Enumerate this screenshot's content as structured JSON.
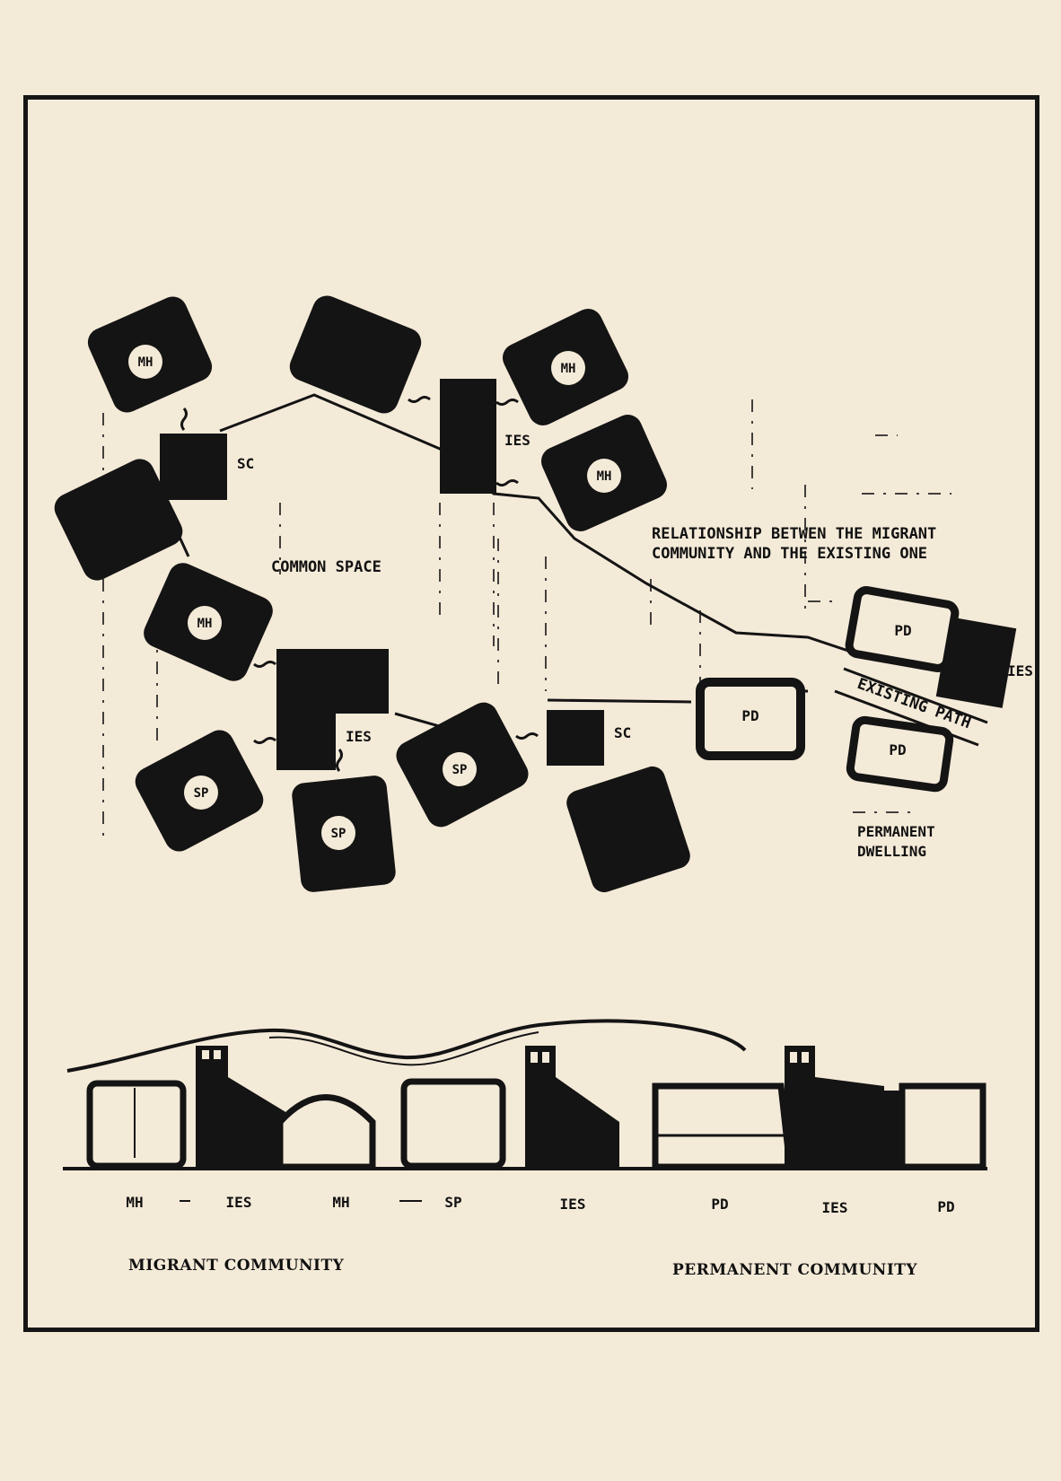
{
  "labels": {
    "relationship_line1": "RELATIONSHIP BETWEN THE MIGRANT",
    "relationship_line2": "COMMUNITY AND THE EXISTING ONE",
    "common_space": "COMMON SPACE",
    "existing_path": "EXISTING PATH",
    "permanent_dwelling_line1": "PERMANENT",
    "permanent_dwelling_line2": "DWELLING",
    "migrant_community": "MIGRANT COMMUNITY",
    "permanent_community": "PERMANENT COMMUNITY"
  },
  "plan_units": {
    "mh1": "MH",
    "mh2": "MH",
    "mh3": "MH",
    "mh4": "MH",
    "sp1": "SP",
    "sp2": "SP",
    "sp3": "SP",
    "sc1": "SC",
    "sc2": "SC",
    "ies1": "IES",
    "ies2": "IES",
    "ies3": "IES",
    "pd1": "PD",
    "pd2": "PD",
    "pd3": "PD"
  },
  "elevation_labels": [
    "MH",
    "IES",
    "MH",
    "SP",
    "IES",
    "PD",
    "IES",
    "PD"
  ],
  "colors": {
    "paper": "#f4ead8",
    "ink": "#141414"
  }
}
